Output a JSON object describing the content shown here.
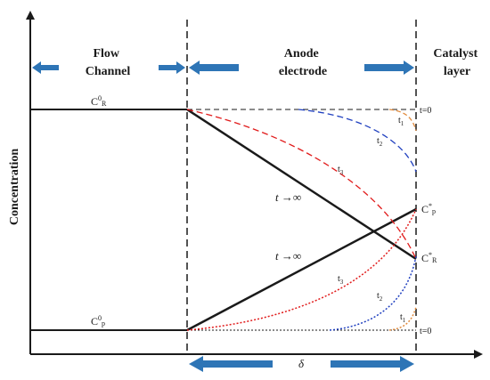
{
  "axis": {
    "ylabel": "Concentration",
    "delta": "δ"
  },
  "regions": {
    "flow_channel": [
      "Flow",
      "Channel"
    ],
    "anode_electrode": [
      "Anode",
      "electrode"
    ],
    "catalyst_layer": [
      "Catalyst",
      "layer"
    ]
  },
  "levels": {
    "cr0_main": "C",
    "cr0_sup": "0",
    "cr0_sub": "R",
    "cp0_main": "C",
    "cp0_sup": "0",
    "cp0_sub": "p",
    "cp_star_main": "C",
    "cp_star_sup": "*",
    "cp_star_sub": "p",
    "cr_star_main": "C",
    "cr_star_sup": "*",
    "cr_star_sub": "R"
  },
  "time_labels": {
    "t0_top": "t=0",
    "t0_bottom": "t=0",
    "t1_top": "t",
    "t1_top_sub": "1",
    "t2_top": "t",
    "t2_top_sub": "2",
    "t3_top": "t",
    "t3_top_sub": "3",
    "t1_bottom": "t",
    "t1_bottom_sub": "1",
    "t2_bottom": "t",
    "t2_bottom_sub": "2",
    "t3_bottom": "t",
    "t3_bottom_sub": "3",
    "tinf_upper": "t →∞",
    "tinf_lower": "t →∞"
  },
  "colors": {
    "arrow_blue": "#2e75b6",
    "t1": "#e08a3c",
    "t2": "#1f3fbf",
    "t3": "#e11b1b",
    "axis": "#1a1a1a"
  }
}
